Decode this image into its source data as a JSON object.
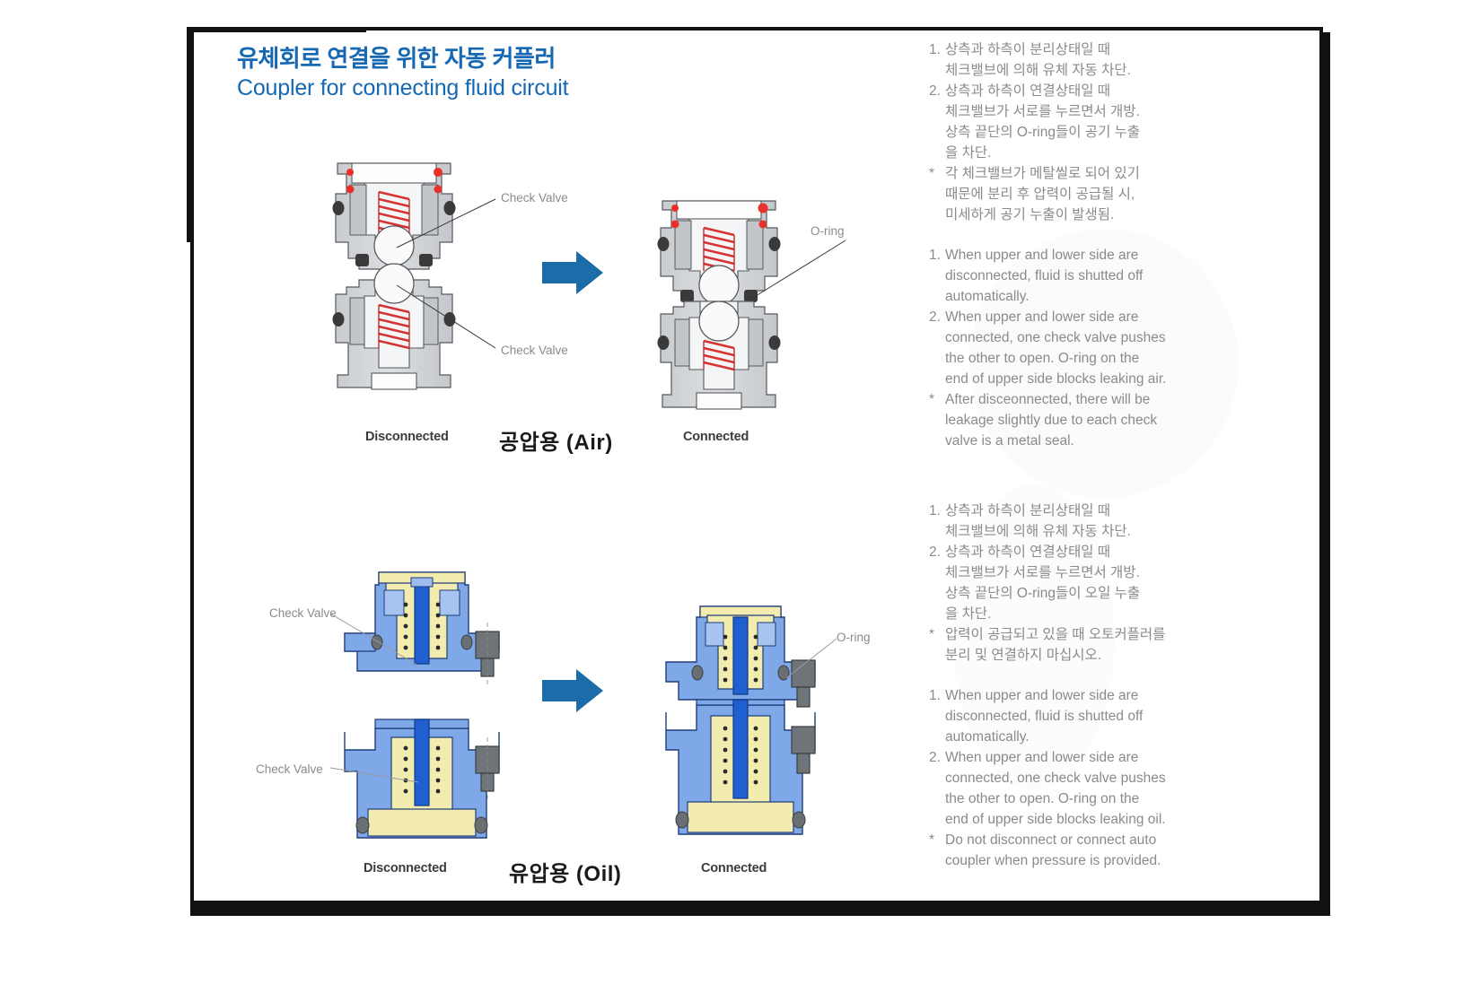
{
  "title": {
    "ko": "유체회로 연결을 위한 자동 커플러",
    "en": "Coupler for connecting fluid circuit",
    "color": "#1668b3"
  },
  "colors": {
    "title_blue": "#1668b3",
    "arrow_blue": "#1b6ca8",
    "note_grey": "#8a8a8f",
    "metal_grey": "#d4d6d9",
    "spring_red": "#d63434",
    "oring_red": "#e8312a",
    "oring_black": "#3a3a3a",
    "oil_blue": "#7fa8e8",
    "oil_blue_dark": "#1f5fd0",
    "oil_yellow": "#f2ecae",
    "bolt_grey": "#6f7478",
    "frame_black": "#111111"
  },
  "air_section": {
    "label_left": "Disconnected",
    "label_center": "공압용 (Air)",
    "label_right": "Connected",
    "callouts": [
      {
        "name": "check-valve-upper",
        "text": "Check Valve"
      },
      {
        "name": "check-valve-lower",
        "text": "Check Valve"
      },
      {
        "name": "o-ring",
        "text": "O-ring"
      }
    ]
  },
  "oil_section": {
    "label_left": "Disconnected",
    "label_center": "유압용 (Oil)",
    "label_right": "Connected",
    "callouts": [
      {
        "name": "check-valve-upper",
        "text": "Check Valve"
      },
      {
        "name": "check-valve-lower",
        "text": "Check Valve"
      },
      {
        "name": "o-ring",
        "text": "O-ring"
      }
    ]
  },
  "notes_air_ko": [
    {
      "marker": "1.",
      "lines": [
        "상측과 하측이 분리상태일 때",
        "체크밸브에 의해 유체 자동 차단."
      ]
    },
    {
      "marker": "2.",
      "lines": [
        "상측과 하측이 연결상태일 때",
        "체크밸브가 서로를 누르면서 개방.",
        "상측 끝단의 O-ring들이 공기 누출",
        "을 차단."
      ]
    },
    {
      "marker": "*",
      "lines": [
        "각 체크밸브가 메탈씰로 되어 있기",
        "때문에 분리 후 압력이 공급될 시,",
        "미세하게 공기 누출이 발생됨."
      ]
    }
  ],
  "notes_air_en": [
    {
      "marker": "1.",
      "lines": [
        "When upper and lower side are",
        "disconnected, fluid is shutted off",
        "automatically."
      ]
    },
    {
      "marker": "2.",
      "lines": [
        "When upper and lower side are",
        "connected, one check valve pushes",
        "the other to open. O-ring on the",
        "end of upper side blocks leaking air."
      ]
    },
    {
      "marker": "*",
      "lines": [
        "After disceonnected, there will be",
        "leakage slightly due to each check",
        "valve is a metal seal."
      ]
    }
  ],
  "notes_oil_ko": [
    {
      "marker": "1.",
      "lines": [
        "상측과 하측이 분리상태일 때",
        "체크밸브에 의해 유체 자동 차단."
      ]
    },
    {
      "marker": "2.",
      "lines": [
        "상측과 하측이 연결상태일 때",
        "체크밸브가 서로를 누르면서 개방.",
        "상측 끝단의 O-ring들이 오일 누출",
        "을 차단."
      ]
    },
    {
      "marker": "*",
      "lines": [
        "압력이 공급되고 있을 때 오토커플러를",
        "분리 및 연결하지 마십시오."
      ]
    }
  ],
  "notes_oil_en": [
    {
      "marker": "1.",
      "lines": [
        "When upper and lower side are",
        "disconnected, fluid is shutted off",
        "automatically."
      ]
    },
    {
      "marker": "2.",
      "lines": [
        "When upper and lower side are",
        "connected, one check valve pushes",
        "the other to open. O-ring on the",
        "end of upper side blocks leaking oil."
      ]
    },
    {
      "marker": "*",
      "lines": [
        "Do not disconnect or connect auto",
        "coupler when pressure is provided."
      ]
    }
  ]
}
